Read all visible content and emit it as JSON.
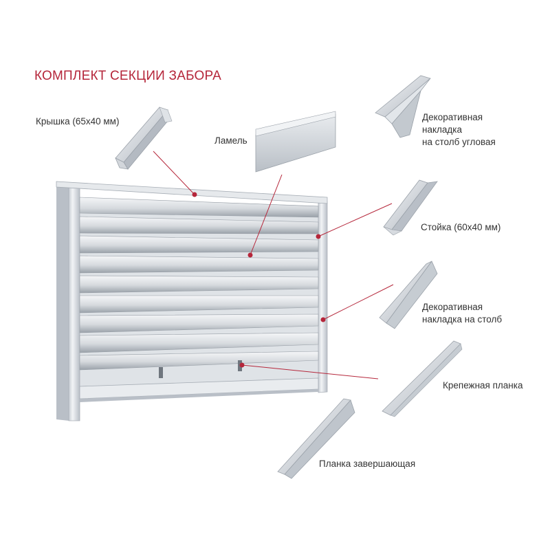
{
  "title": "КОМПЛЕКТ СЕКЦИИ ЗАБОРА",
  "colors": {
    "accent": "#b5263a",
    "metal_light": "#eef0f3",
    "metal_mid": "#c9ced5",
    "metal_dark": "#8d949d",
    "text": "#333333"
  },
  "components": [
    {
      "id": "cover",
      "lines": [
        "Крышка (65x40 мм)"
      ]
    },
    {
      "id": "lamel",
      "lines": [
        "Ламель"
      ]
    },
    {
      "id": "corner-overlay",
      "lines": [
        "Декоративная",
        "накладка",
        "на столб угловая"
      ]
    },
    {
      "id": "post",
      "lines": [
        "Стойка (60x40 мм)"
      ]
    },
    {
      "id": "post-overlay",
      "lines": [
        "Декоративная",
        "накладка на столб"
      ]
    },
    {
      "id": "mounting-strip",
      "lines": [
        "Крепежная планка"
      ]
    },
    {
      "id": "finishing-strip",
      "lines": [
        "Планка завершающая"
      ]
    }
  ]
}
